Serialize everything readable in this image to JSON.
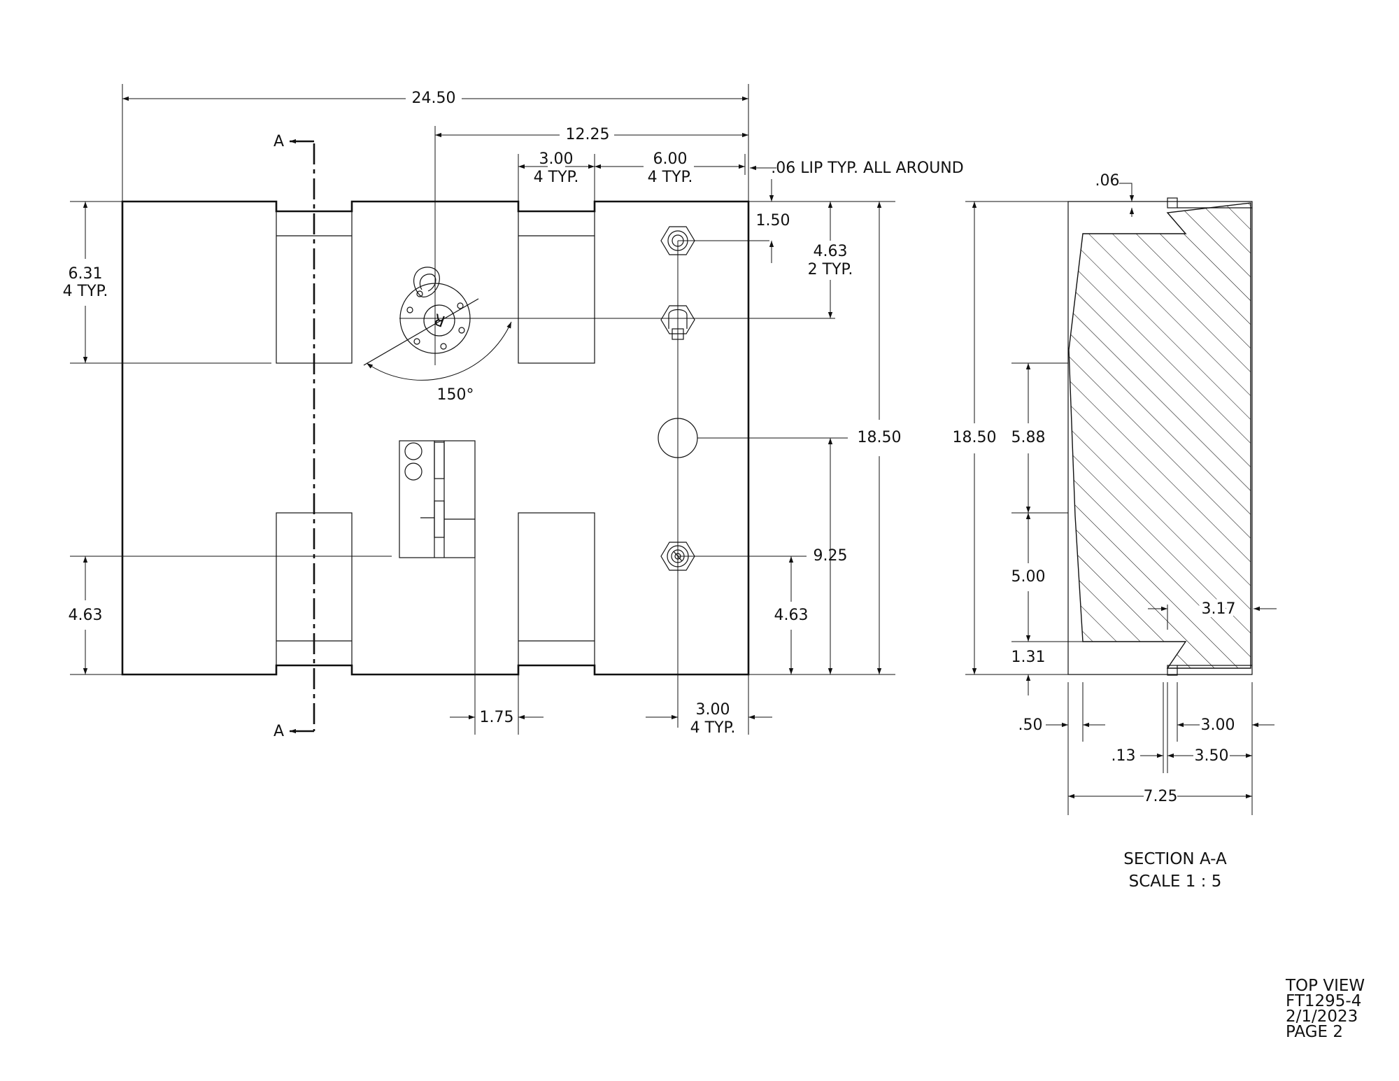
{
  "drawing": {
    "top_view": {
      "overall_width": "24.50",
      "half_width": "12.25",
      "pocket_width": "3.00",
      "pocket_width_note": "4 TYP.",
      "pocket_spacing": "6.00",
      "pocket_spacing_note": "4 TYP.",
      "lip_note": ".06 LIP TYP. ALL AROUND",
      "top_fitting_offset": "1.50",
      "fitting_spacing": "4.63",
      "fitting_spacing_note": "2 TYP.",
      "overall_height": "18.50",
      "center_height": "9.25",
      "bottom_fitting_height": "4.63",
      "left_pocket_depth": "6.31",
      "left_pocket_depth_note": "4 TYP.",
      "left_bottom_height": "4.63",
      "sender_angle": "150°",
      "gauge_offset": "1.75",
      "fitting_edge_offset": "3.00",
      "fitting_edge_offset_note": "4 TYP.",
      "section_marker_top": "A",
      "section_marker_bottom": "A",
      "fuel_cap_letter": "R"
    },
    "section_view": {
      "lip": ".06",
      "overall_height": "18.50",
      "dim_upper": "5.88",
      "dim_lower": "5.00",
      "dim_bottom": "1.31",
      "bottom_depth": "3.17",
      "left_offset": ".50",
      "right_offset": "3.00",
      "groove_width": ".13",
      "groove_position": "3.50",
      "overall_depth": "7.25",
      "label": "SECTION A-A",
      "scale": "SCALE 1 : 5"
    }
  },
  "title_block": {
    "view": "TOP VIEW",
    "part_number": "FT1295-4",
    "date": "2/1/2023",
    "page": "PAGE 2"
  }
}
